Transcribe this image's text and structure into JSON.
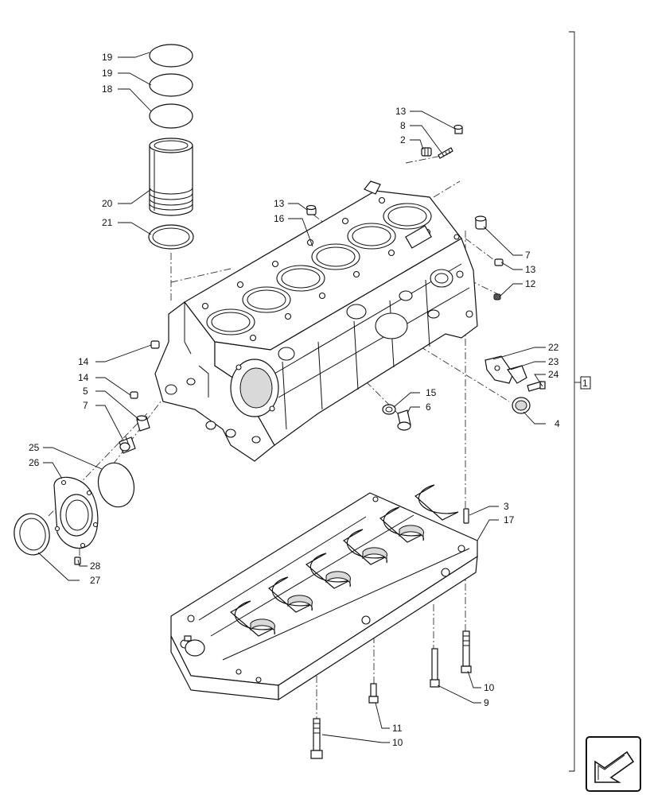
{
  "callouts": [
    {
      "id": "c19a",
      "text": "19"
    },
    {
      "id": "c19b",
      "text": "19"
    },
    {
      "id": "c18",
      "text": "18"
    },
    {
      "id": "c20",
      "text": "20"
    },
    {
      "id": "c21",
      "text": "21"
    },
    {
      "id": "c13a",
      "text": "13"
    },
    {
      "id": "c8",
      "text": "8"
    },
    {
      "id": "c2",
      "text": "2"
    },
    {
      "id": "c13b",
      "text": "13"
    },
    {
      "id": "c16",
      "text": "16"
    },
    {
      "id": "c7a",
      "text": "7"
    },
    {
      "id": "c13c",
      "text": "13"
    },
    {
      "id": "c12",
      "text": "12"
    },
    {
      "id": "c22",
      "text": "22"
    },
    {
      "id": "c23",
      "text": "23"
    },
    {
      "id": "c24",
      "text": "24"
    },
    {
      "id": "c14a",
      "text": "14"
    },
    {
      "id": "c14b",
      "text": "14"
    },
    {
      "id": "c5",
      "text": "5"
    },
    {
      "id": "c7b",
      "text": "7"
    },
    {
      "id": "c15",
      "text": "15"
    },
    {
      "id": "c6",
      "text": "6"
    },
    {
      "id": "c4",
      "text": "4"
    },
    {
      "id": "c25",
      "text": "25"
    },
    {
      "id": "c26",
      "text": "26"
    },
    {
      "id": "c3",
      "text": "3"
    },
    {
      "id": "c17",
      "text": "17"
    },
    {
      "id": "c28",
      "text": "28"
    },
    {
      "id": "c27",
      "text": "27"
    },
    {
      "id": "c10a",
      "text": "10"
    },
    {
      "id": "c9",
      "text": "9"
    },
    {
      "id": "c11",
      "text": "11"
    },
    {
      "id": "c10b",
      "text": "10"
    }
  ],
  "group_label": "1",
  "nav_icon": "next-page-arrow-icon"
}
